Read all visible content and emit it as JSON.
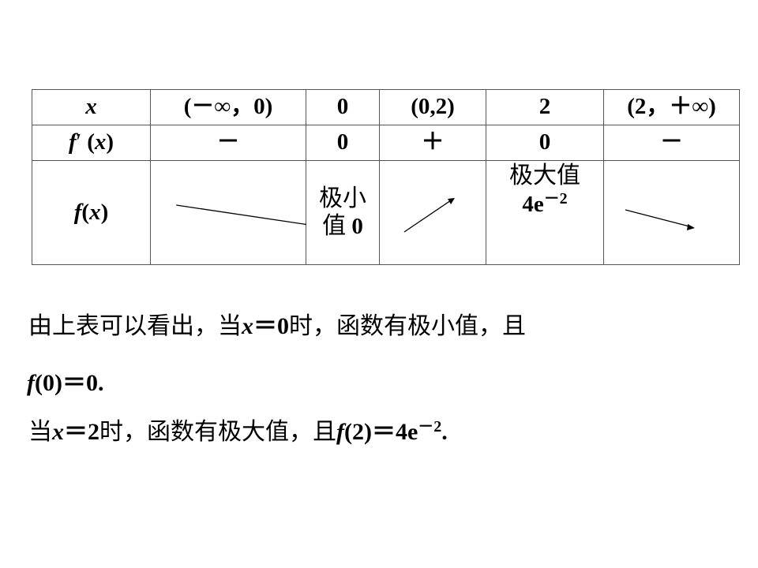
{
  "table": {
    "headers": [
      "x",
      "(－∞，0)",
      "0",
      "(0,2)",
      "2",
      "(2，＋∞)"
    ],
    "derivative_label": {
      "f": "f",
      "prime": "′",
      "open": "(",
      "x": "x",
      "close": ")"
    },
    "derivative_row": [
      "－",
      "0",
      "＋",
      "0",
      "－"
    ],
    "function_label": {
      "f": "f",
      "open": "(",
      "x": "x",
      "close": ")"
    },
    "min_cell": {
      "line1": "极小",
      "line2_cjk": "值",
      "line2_value": "0"
    },
    "max_cell": {
      "line1": "极大值",
      "base": "4e",
      "exp": "－2"
    },
    "trends": [
      "decreasing",
      "increasing",
      "decreasing"
    ]
  },
  "text": {
    "line1": {
      "a": "由上表可以看出，当",
      "x": "x",
      "b": "＝0",
      "c": "时，函数有极小值，且"
    },
    "line2": {
      "f": "f",
      "rest": "(0)＝0."
    },
    "line3": {
      "a": "当",
      "x": "x",
      "b": "＝2",
      "c": "时，函数有极大值，且",
      "f": "f",
      "d": "(2)＝4e",
      "exp": "－2",
      "end": "."
    }
  }
}
